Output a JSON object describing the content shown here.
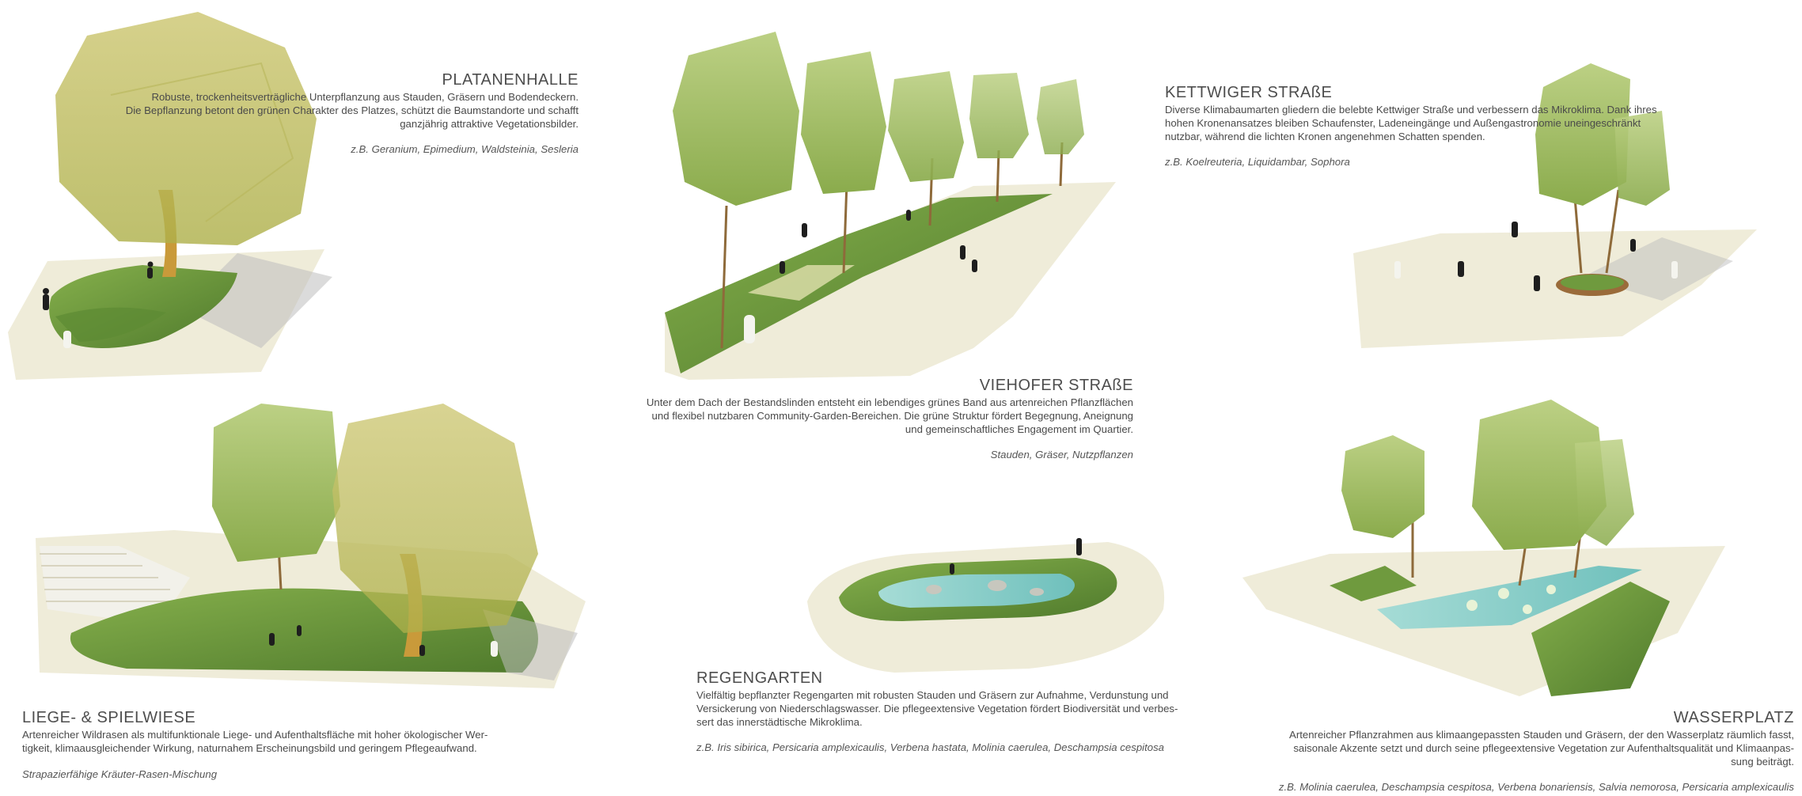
{
  "sections": {
    "platanenhalle": {
      "title": "PLATANENHALLE",
      "desc_1": "Robuste, trockenheitsverträgliche Unterpflanzung aus Stauden, Gräsern und Bodendeckern.",
      "desc_2": "Die Bepflanzung betont den grünen Charakter des Platzes, schützt die Baumstandorte und schafft",
      "desc_3": "ganzjährig attraktive Vegetationsbilder.",
      "species": "z.B. Geranium, Epimedium, Waldsteinia, Sesleria"
    },
    "kettwiger": {
      "title": "KETTWIGER STRAßE",
      "desc_1": "Diverse Klimabaumarten gliedern die belebte Kettwiger Straße und verbessern das Mikroklima. Dank ihres",
      "desc_2": "hohen Kronenansatzes bleiben Schaufenster, Ladeneingänge und Außengastronomie uneingeschränkt",
      "desc_3": "nutzbar, während die lichten Kronen angenehmen Schatten spenden.",
      "species": "z.B. Koelreuteria, Liquidambar, Sophora"
    },
    "viehofer": {
      "title": "VIEHOFER STRAßE",
      "desc_1": "Unter dem Dach der Bestandslinden entsteht ein lebendiges grünes Band aus artenreichen Pflanzflächen",
      "desc_2": "und flexibel nutzbaren Community-Garden-Bereichen. Die grüne Struktur fördert Begegnung, Aneignung",
      "desc_3": "und gemeinschaftliches Engagement im Quartier.",
      "species": "Stauden, Gräser, Nutzpflanzen"
    },
    "liegewiese": {
      "title": "LIEGE- & SPIELWIESE",
      "desc_1": "Artenreicher Wildrasen als multifunktionale Liege- und Aufenthaltsfläche mit hoher ökologischer Wer-",
      "desc_2": "tigkeit, klimaausgleichender Wirkung, naturnahem Erscheinungsbild und geringem Pflegeaufwand.",
      "species": "Strapazierfähige Kräuter-Rasen-Mischung"
    },
    "regengarten": {
      "title": "REGENGARTEN",
      "desc_1": "Vielfältig bepflanzter Regengarten mit robusten Stauden und Gräsern zur Aufnahme, Verdunstung und",
      "desc_2": "Versickerung von Niederschlagswasser. Die pflegeextensive Vegetation fördert Biodiversität und verbes-",
      "desc_3": "sert das innerstädtische Mikroklima.",
      "species": "z.B. Iris sibirica, Persicaria amplexicaulis, Verbena hastata, Molinia caerulea, Deschampsia cespitosa"
    },
    "wasserplatz": {
      "title": "WASSERPLATZ",
      "desc_1": "Artenreicher Pflanzrahmen aus klimaangepassten Stauden und Gräsern, der den Wasserplatz räumlich fasst,",
      "desc_2": "saisonale Akzente setzt und durch seine pflegeextensive Vegetation zur Aufenthaltsqualität und Klimaanpas-",
      "desc_3": "sung beiträgt.",
      "species": "z.B. Molinia caerulea, Deschampsia cespitosa, Verbena bonariensis, Salvia nemorosa, Persicaria amplexicaulis"
    }
  },
  "colors": {
    "ground": "#efecd9",
    "lawn": "#6f9a3e",
    "tree_light": "#b7c97a",
    "tree_yellow": "#c9c36a",
    "water": "#8fd0cc",
    "trunk": "#c99a3a"
  }
}
